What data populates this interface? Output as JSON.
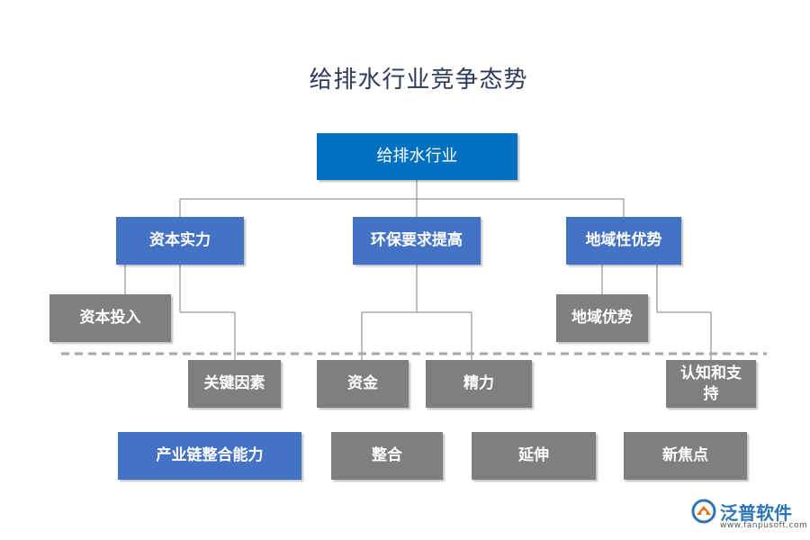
{
  "title": "给排水行业竞争态势",
  "root": "给排水行业",
  "level1": [
    "资本实力",
    "环保要求提高",
    "地域性优势"
  ],
  "level2": {
    "capital_input": "资本投入",
    "key_factors": "关键因素",
    "funds": "资金",
    "energy": "精力",
    "regional_advantage": "地域优势",
    "awareness_support": "认知和支持"
  },
  "bottom": [
    "产业链整合能力",
    "整合",
    "延伸",
    "新焦点"
  ],
  "logo": {
    "name": "泛普软件",
    "url": "www.fanpusoft.com"
  },
  "colors": {
    "root": "#0070c0",
    "blue": "#4472c4",
    "gray": "#7f7f7f",
    "line": "#7f7f7f"
  }
}
